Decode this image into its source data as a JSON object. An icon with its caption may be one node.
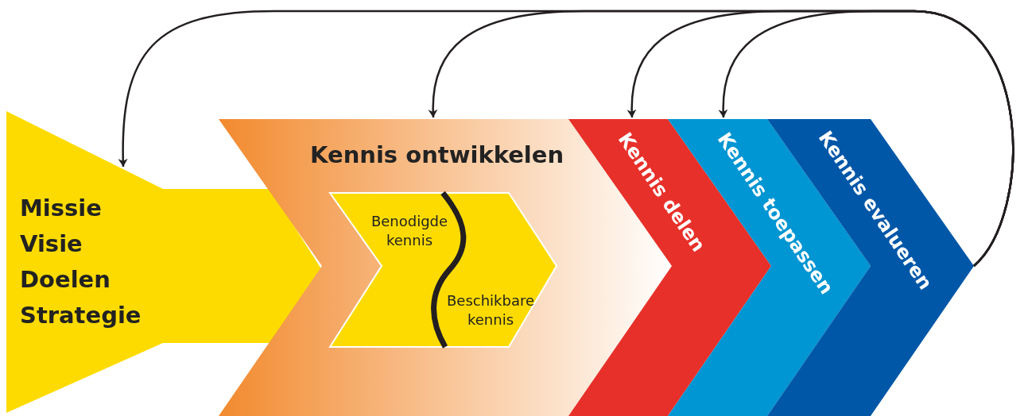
{
  "diagram": {
    "nodes": [
      {
        "text": [
          "Missie",
          "Visie",
          "Doelen",
          "Strategie"
        ]
      },
      {
        "text": [
          "Kennis ontwikkelen"
        ]
      },
      {
        "text": [
          "Benodigde kennis",
          "Beschikbare kennis"
        ],
        "in": 1
      },
      {
        "text": [
          "Kennis delen"
        ]
      },
      {
        "text": [
          "Kennis toepassen"
        ]
      },
      {
        "text": [
          "Kennis evalueren"
        ]
      }
    ],
    "edges": [
      {
        "from": 5,
        "to": 0,
        "arrow": "to"
      },
      {
        "from": 5,
        "to": 1,
        "arrow": "to"
      },
      {
        "from": 5,
        "to": 3,
        "arrow": "to"
      },
      {
        "from": 5,
        "to": 4,
        "arrow": "to"
      }
    ]
  }
}
